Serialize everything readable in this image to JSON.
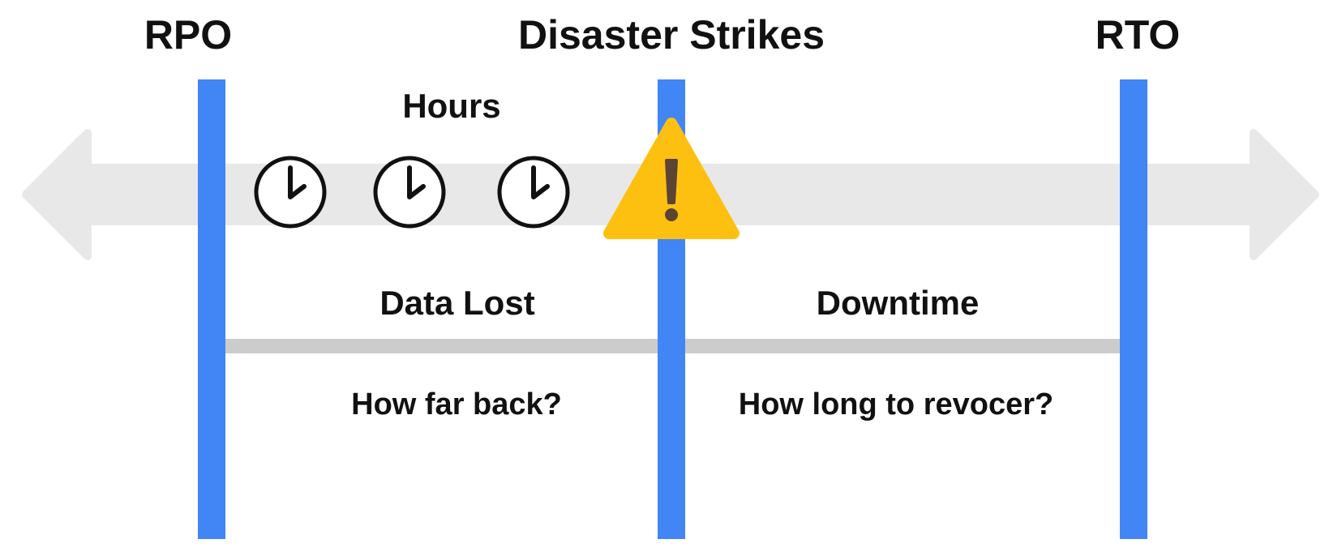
{
  "diagram": {
    "labels": {
      "rpo": "RPO",
      "disaster": "Disaster Strikes",
      "rto": "RTO",
      "hours": "Hours",
      "data_lost": "Data Lost",
      "downtime": "Downtime",
      "how_far_back": "How far back?",
      "how_long": "How long to revocer?"
    },
    "icons": {
      "timeline_arrow": "double-headed-arrow",
      "clock": "clock-icon",
      "warning": "warning-triangle-icon"
    },
    "colors": {
      "marker_bar": "#4285F4",
      "arrow": "#E8E8E8",
      "span_line": "#CCCCCC",
      "warning": "#FDC010",
      "warning_mark": "#5B4433",
      "text": "#111111"
    }
  }
}
